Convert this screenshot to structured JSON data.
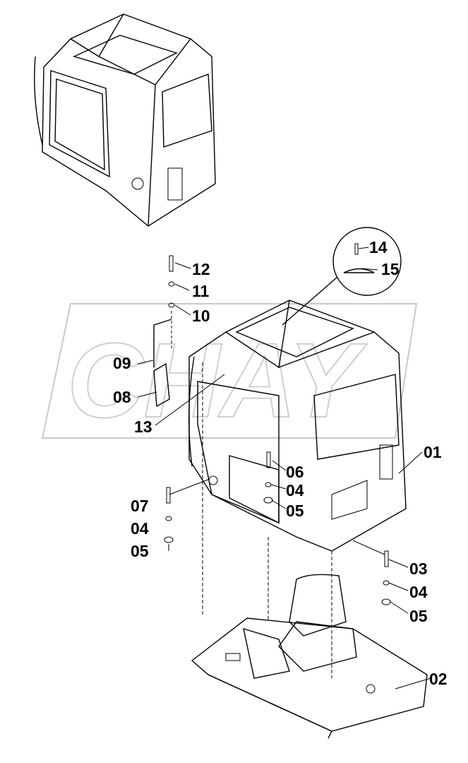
{
  "callouts": {
    "p01": "01",
    "p02": "02",
    "p03": "03",
    "p04a": "04",
    "p04b": "04",
    "p04c": "04",
    "p05a": "05",
    "p05b": "05",
    "p05c": "05",
    "p06": "06",
    "p07": "07",
    "p08": "08",
    "p09": "09",
    "p10": "10",
    "p11": "11",
    "p12": "12",
    "p13": "13",
    "p14": "14",
    "p15": "15"
  },
  "watermark": {
    "text": "CHAY"
  },
  "colors": {
    "line": "#000000",
    "watermark": "#cfcfcf",
    "background": "#ffffff"
  }
}
